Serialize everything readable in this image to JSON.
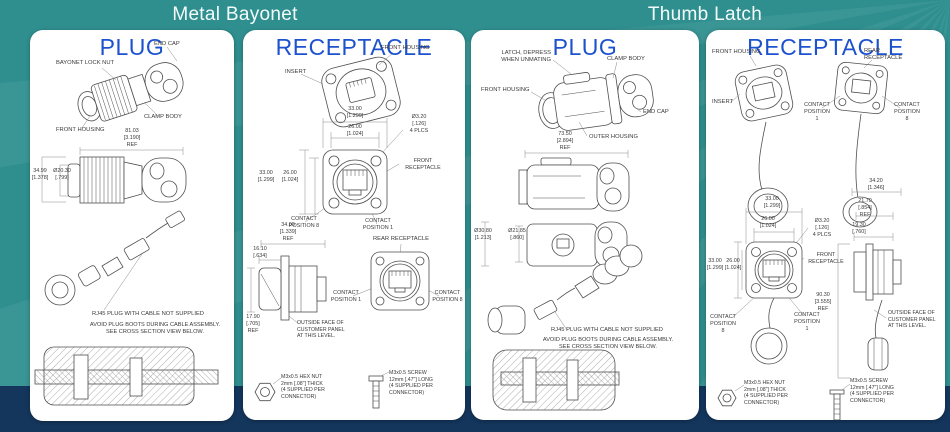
{
  "colors": {
    "background_teal": "#2f8f8f",
    "footer_navy": "#14365c",
    "panel_white": "#ffffff",
    "title_blue": "#1d52cf",
    "line_gray": "#4f4f4f"
  },
  "headers": {
    "left": "Metal Bayonet",
    "right": "Thumb Latch"
  },
  "common": {
    "front_housing": "FRONT HOUSING",
    "insert": "INSERT",
    "front_receptacle": "FRONT\nRECEPTACLE",
    "rear_receptacle": "REAR RECEPTACLE",
    "rear_receptacle_2l": "REAR\nRECEPTACLE",
    "contact_1": "CONTACT\nPOSITION 1",
    "contact_8": "CONTACT\nPOSITION 8",
    "outside_face": "OUTSIDE FACE OF\nCUSTOMER PANEL\nAT THIS LEVEL.",
    "rj45_note": "RJ45 PLUG WITH CABLE NOT SUPPLIED",
    "avoid_note": "AVOID PLUG BOOTS DURING CABLE ASSEMBLY.\nSEE CROSS SECTION VIEW BELOW.",
    "nut_note": "M3x0.5 HEX NUT\n2mm [.08\"] THICK\n(4 SUPPLIED PER\nCONNECTOR)",
    "screw_note": "M3x0.5 SCREW\n12mm [.47\"] LONG\n(4 SUPPLIED PER\nCONNECTOR)"
  },
  "mb_plug": {
    "title": "PLUG",
    "end_cap": "END CAP",
    "lock_nut": "BAYONET LOCK NUT",
    "clamp_body": "CLAMP BODY",
    "dim_len": "81.03\n[3.190]\nREF",
    "dim_h": "34.99\n[1.378]",
    "dim_d": "Ø20.30\n[.799]"
  },
  "mb_recep": {
    "title": "RECEPTACLE",
    "dim_w": "33.00\n[1.299]",
    "dim_iw": "26.00\n[1.024]",
    "dim_hole": "Ø3.20\n[.126]\n4 PLCS",
    "dim_side_len": "34.00\n[1.339]\nREF",
    "dim_side_a": "16.10\n[.634]",
    "dim_side_b": "17.90\n[.705]\nREF"
  },
  "tl_plug": {
    "title": "PLUG",
    "latch": "LATCH, DEPRESS\nWHEN UNMATING",
    "clamp_body": "CLAMP BODY",
    "front_housing": "FRONT HOUSING",
    "end_cap": "END CAP",
    "outer_housing": "OUTER HOUSING",
    "dim_len": "73.50\n[2.894]\nREF",
    "dim_d1": "Ø30.80\n[1.213]",
    "dim_d2": "Ø21.85\n[.860]"
  },
  "tl_recep": {
    "title": "RECEPTACLE",
    "dim_w": "33.00\n[1.299]",
    "dim_iw": "26.00\n[1.024]",
    "dim_hole": "Ø3.20\n[.126]\n4 PLCS",
    "dim_s1": "34.20\n[1.346]",
    "dim_s2": "21.70\n[.854]\nREF",
    "dim_s3": "19.30\n[.760]",
    "dim_v": "90.30\n[3.555]\nREF"
  }
}
